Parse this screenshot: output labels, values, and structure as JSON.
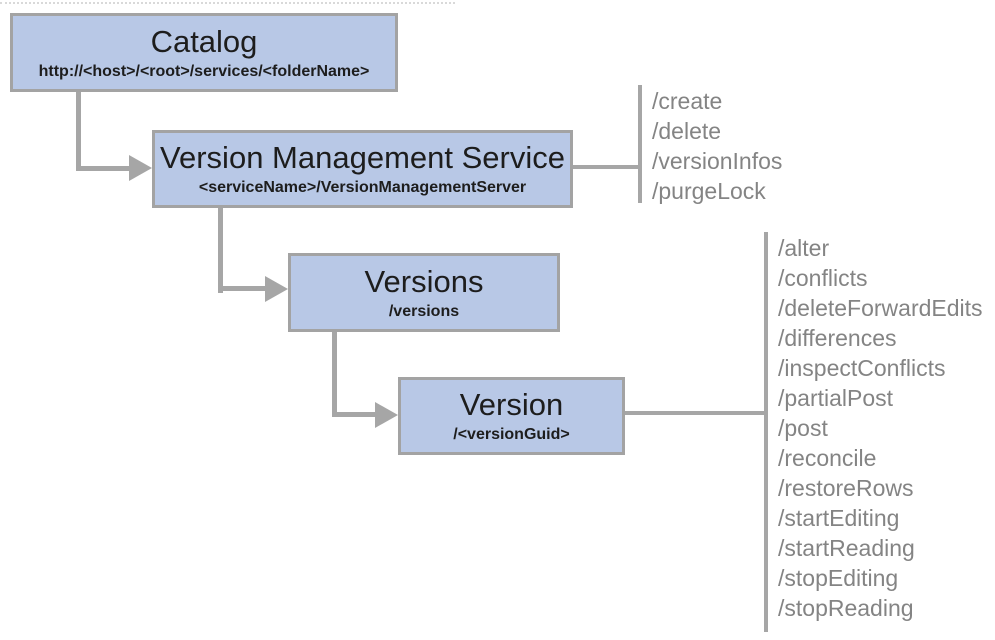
{
  "diagram": {
    "type": "service-hierarchy-tree",
    "colors": {
      "node_fill": "#b8c8e6",
      "node_border": "#a3a3a3",
      "connector": "#a6a6a6",
      "ops_text": "#848484",
      "title_text": "#1d1d1d",
      "background": "#ffffff"
    },
    "nodes": {
      "catalog": {
        "title": "Catalog",
        "subtitle": "http://<host>/<root>/services/<folderName>"
      },
      "version_management_service": {
        "title": "Version Management Service",
        "subtitle": "<serviceName>/VersionManagementServer"
      },
      "versions": {
        "title": "Versions",
        "subtitle": "/versions"
      },
      "version": {
        "title": "Version",
        "subtitle": "/<versionGuid>"
      }
    },
    "edges": [
      {
        "from": "catalog",
        "to": "version_management_service"
      },
      {
        "from": "version_management_service",
        "to": "versions"
      },
      {
        "from": "versions",
        "to": "version"
      },
      {
        "from": "version_management_service",
        "to": "vms_operations"
      },
      {
        "from": "version",
        "to": "version_operations"
      }
    ],
    "vms_operations": {
      "items": [
        "/create",
        "/delete",
        "/versionInfos",
        "/purgeLock"
      ]
    },
    "version_operations": {
      "items": [
        "/alter",
        "/conflicts",
        "/deleteForwardEdits",
        "/differences",
        "/inspectConflicts",
        "/partialPost",
        "/post",
        "/reconcile",
        "/restoreRows",
        "/startEditing",
        "/startReading",
        "/stopEditing",
        "/stopReading"
      ]
    }
  }
}
